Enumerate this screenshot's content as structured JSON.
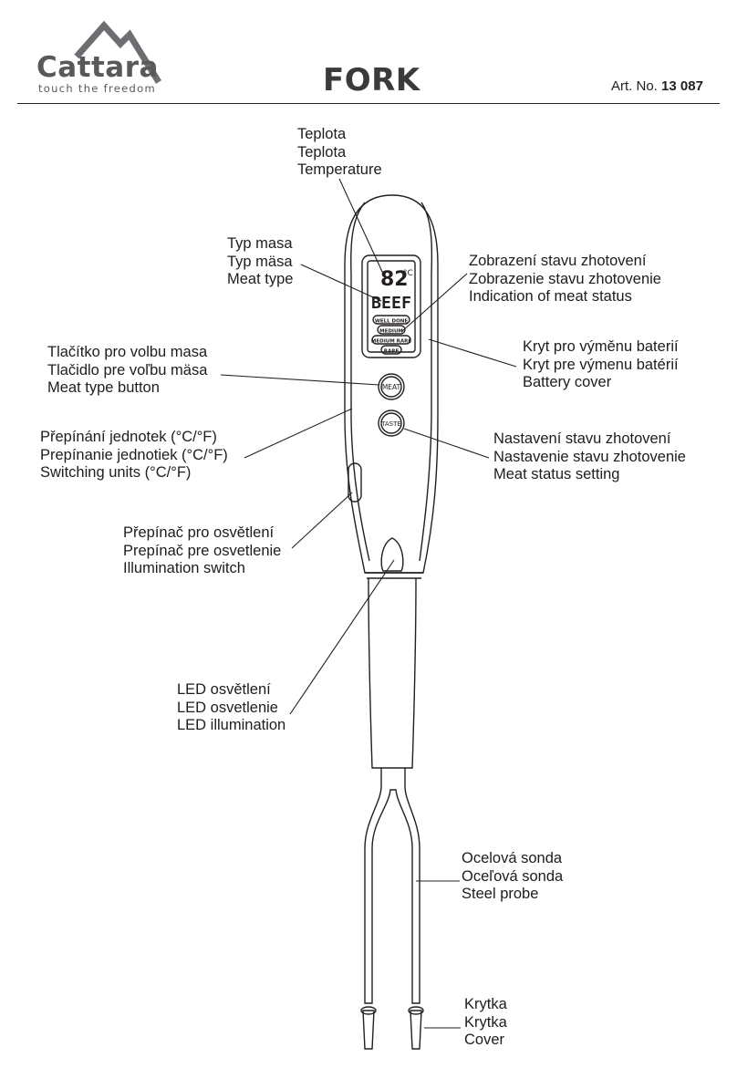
{
  "brand": {
    "name": "Cattara",
    "tagline": "touch the freedom"
  },
  "document": {
    "title": "FORK",
    "art_prefix": "Art. No.",
    "art_number": "13 087"
  },
  "display": {
    "temperature": "82",
    "unit": "°C",
    "meat": "BEEF",
    "statuses": [
      "WELL DONE",
      "MEDIUM",
      "MEDIUM RARE",
      "RARE"
    ]
  },
  "buttons": {
    "meat": "MEAT",
    "taste": "TASTE"
  },
  "labels": {
    "temperature": [
      "Teplota",
      "Teplota",
      "Temperature"
    ],
    "meat_type": [
      "Typ masa",
      "Typ mäsa",
      "Meat type"
    ],
    "meat_status": [
      "Zobrazení stavu zhotovení",
      "Zobrazenie stavu zhotovenie",
      "Indication of meat status"
    ],
    "battery_cover": [
      "Kryt pro výměnu baterií",
      "Kryt pre výmenu batérií",
      "Battery cover"
    ],
    "meat_type_button": [
      "Tlačítko pro volbu masa",
      "Tlačidlo pre voľbu mäsa",
      "Meat type button"
    ],
    "units": [
      "Přepínání jednotek (°C/°F)",
      "Prepínanie jednotiek (°C/°F)",
      "Switching units (°C/°F)"
    ],
    "status_setting": [
      "Nastavení stavu zhotovení",
      "Nastavenie stavu zhotovenie",
      "Meat status setting"
    ],
    "illumination_switch": [
      "Přepínač pro osvětlení",
      "Prepínač pre osvetlenie",
      "Illumination switch"
    ],
    "led": [
      "LED osvětlení",
      "LED osvetlenie",
      "LED illumination"
    ],
    "probe": [
      "Ocelová sonda",
      "Oceľová sonda",
      "Steel probe"
    ],
    "cover": [
      "Krytka",
      "Krytka",
      "Cover"
    ]
  }
}
